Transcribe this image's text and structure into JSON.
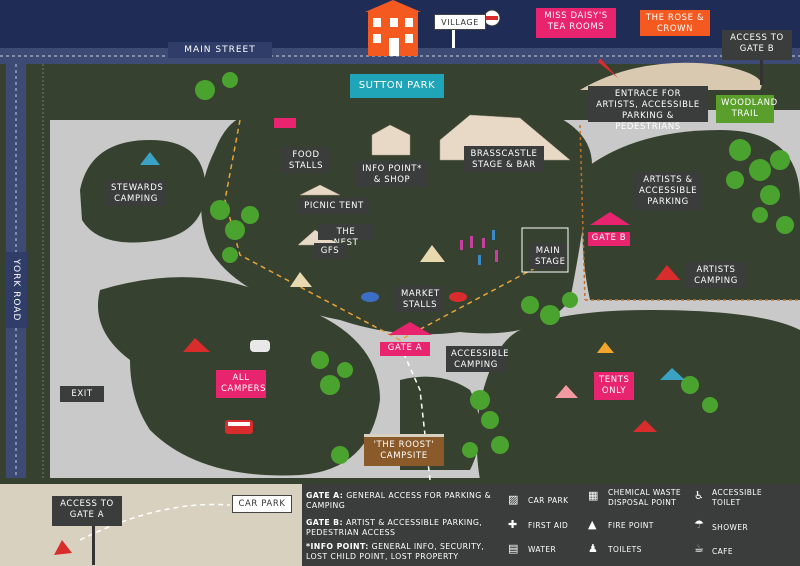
{
  "roads": {
    "main_street": "MAIN STREET",
    "york_road": "YORK ROAD"
  },
  "signs": {
    "village": "VILLAGE",
    "miss_daisys": "MISS DAISY'S TEA ROOMS",
    "rose_crown": "THE ROSE & CROWN",
    "access_gate_b": "ACCESS TO GATE B",
    "access_gate_a": "ACCESS TO GATE A",
    "car_park": "CAR PARK",
    "exit": "EXIT"
  },
  "labels": {
    "sutton_park": "SUTTON PARK",
    "entrance": "ENTRACE FOR ARTISTS, ACCESSIBLE PARKING & PEDESTRIANS",
    "woodland_trail": "WOODLAND TRAIL",
    "food_stalls": "FOOD STALLS",
    "info_point": "INFO POINT* & SHOP",
    "brasscastle": "BRASSCASTLE STAGE & BAR",
    "stewards_camping": "STEWARDS CAMPING",
    "picnic_tent": "PICNIC TENT",
    "the_nest": "THE NEST",
    "gfs": "GFS",
    "market_stalls": "MARKET STALLS",
    "main_stage": "MAIN STAGE",
    "gate_b": "GATE B",
    "gate_a": "GATE A",
    "artists_parking": "ARTISTS & ACCESSIBLE PARKING",
    "artists_camping": "ARTISTS CAMPING",
    "accessible_camping": "ACCESSIBLE CAMPING",
    "all_campers": "ALL CAMPERS",
    "tents_only": "TENTS ONLY",
    "the_roost": "'THE ROOST' CAMPSITE"
  },
  "legend": {
    "gate_a_title": "GATE A:",
    "gate_a_text": "GENERAL ACCESS FOR PARKING & CAMPING",
    "gate_b_title": "GATE B:",
    "gate_b_text": "ARTIST & ACCESSIBLE PARKING, PEDESTRIAN ACCESS",
    "info_title": "*INFO POINT:",
    "info_text": "GENERAL INFO, SECURITY, LOST CHILD POINT, LOST PROPERTY",
    "items": {
      "car_park": "CAR PARK",
      "first_aid": "FIRST AID",
      "water": "WATER",
      "chemical_waste": "CHEMICAL WASTE DISPOSAL POINT",
      "fire_point": "FIRE POINT",
      "toilets": "TOILETS",
      "accessible_toilet": "ACCESSIBLE TOILET",
      "shower": "SHOWER",
      "cafe": "CAFE"
    }
  },
  "colors": {
    "grass": "#36422f",
    "path": "#c9c9c9",
    "road": "#2f3d68",
    "sky": "#1f2c55",
    "pink": "#e8246e",
    "orange": "#f45a20",
    "teal": "#1fa4b8"
  }
}
